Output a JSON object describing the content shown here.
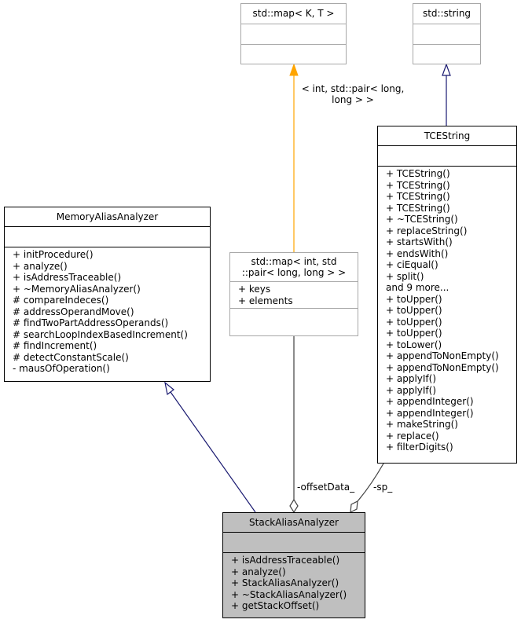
{
  "classes": {
    "std_map_kt": {
      "title": "std::map< K, T >",
      "attributes": [],
      "methods": []
    },
    "std_string": {
      "title": "std::string",
      "attributes": [],
      "methods": []
    },
    "tce_string": {
      "title": "TCEString",
      "attributes": [],
      "methods": [
        "+ TCEString()",
        "+ TCEString()",
        "+ TCEString()",
        "+ TCEString()",
        "+ ~TCEString()",
        "+ replaceString()",
        "+ startsWith()",
        "+ endsWith()",
        "+ ciEqual()",
        "+ split()",
        "and 9 more...",
        "+ toUpper()",
        "+ toUpper()",
        "+ toUpper()",
        "+ toUpper()",
        "+ toLower()",
        "+ appendToNonEmpty()",
        "+ appendToNonEmpty()",
        "+ applyIf()",
        "+ applyIf()",
        "+ appendInteger()",
        "+ appendInteger()",
        "+ makeString()",
        "+ replace()",
        "+ filterDigits()"
      ]
    },
    "memory_alias_analyzer": {
      "title": "MemoryAliasAnalyzer",
      "attributes": [],
      "methods": [
        "+ initProcedure()",
        "+ analyze()",
        "+ isAddressTraceable()",
        "+ ~MemoryAliasAnalyzer()",
        "# compareIndeces()",
        "# addressOperandMove()",
        "# findTwoPartAddressOperands()",
        "# searchLoopIndexBasedIncrement()",
        "# findIncrement()",
        "# detectConstantScale()",
        "- mausOfOperation()"
      ]
    },
    "std_map_int_pair": {
      "title": "std::map< int, std\n::pair< long, long > >",
      "attributes": [
        "+ keys",
        "+ elements"
      ],
      "methods": []
    },
    "stack_alias_analyzer": {
      "title": "StackAliasAnalyzer",
      "attributes": [],
      "methods": [
        "+ isAddressTraceable()",
        "+ analyze()",
        "+ StackAliasAnalyzer()",
        "+ ~StackAliasAnalyzer()",
        "+ getStackOffset()"
      ]
    }
  },
  "edge_labels": {
    "template_args": "< int, std::pair< long,\nlong > >",
    "offset_data": "-offsetData_",
    "sp": "-sp_"
  },
  "colors": {
    "template_edge": "#ffa500",
    "inherit_edge": "#191970",
    "usage_edge": "#404040",
    "gray_border": "#a8a8a8",
    "focus_fill": "#bfbfbf"
  }
}
